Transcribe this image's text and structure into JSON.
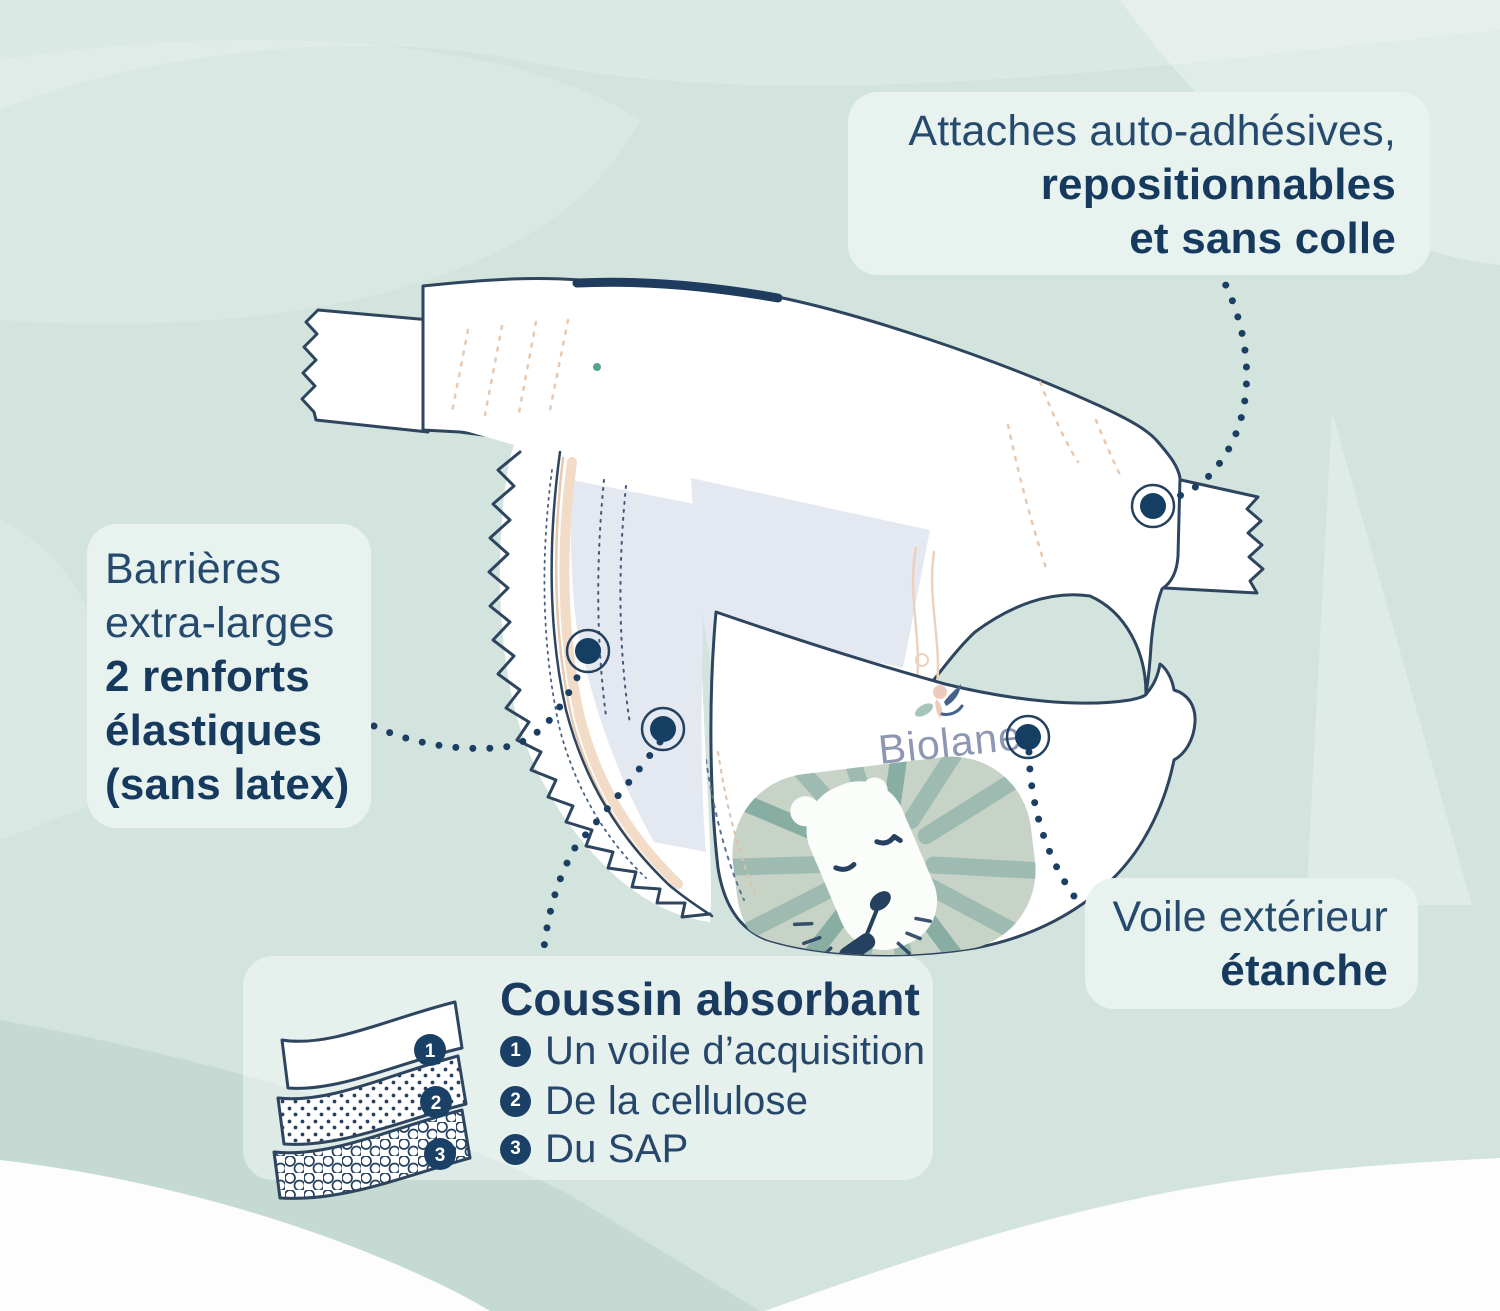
{
  "brand": {
    "logo_text": "Biolane"
  },
  "callouts": {
    "attaches": {
      "line1": "Attaches auto-adhésives,",
      "line2": "repositionnables",
      "line3": "et sans colle"
    },
    "barrieres": {
      "line1": "Barrières",
      "line2": "extra-larges",
      "line3": "2 renforts",
      "line4": "élastiques",
      "line5": "(sans latex)"
    },
    "voile": {
      "line1": "Voile extérieur",
      "line2": "étanche"
    },
    "coussin": {
      "title": "Coussin absorbant",
      "items": [
        {
          "num": "1",
          "label": "Un voile d’acquisition"
        },
        {
          "num": "2",
          "label": "De la cellulose"
        },
        {
          "num": "3",
          "label": "Du SAP"
        }
      ]
    }
  },
  "colors": {
    "background_mint": "#d3e4de",
    "bubble_mint": "#e8f3ef",
    "text_navy": "#1d4063",
    "outline_navy": "#2e4560",
    "marker_navy": "#153e63",
    "pad_lavender": "#e4e8f0",
    "elastic_peach": "#f2dcc8",
    "mane_sage": "#c7d3c6",
    "mane_rays": "#9cbab0",
    "logo_blue_gray": "#8d97b2",
    "baby_pink": "#edcbbc",
    "leaf_green": "#a7c6ba"
  }
}
